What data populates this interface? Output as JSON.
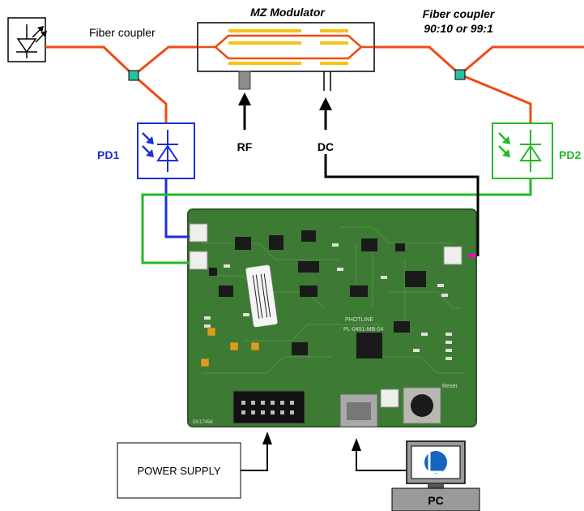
{
  "labels": {
    "fiber_coupler_left": "Fiber coupler",
    "mz_modulator": "MZ Modulator",
    "fiber_coupler_right_line1": "Fiber coupler",
    "fiber_coupler_right_line2": "90:10 or 99:1",
    "pd1": "PD1",
    "pd2": "PD2",
    "rf": "RF",
    "dc": "DC",
    "power_supply": "POWER SUPPLY",
    "pc": "PC"
  },
  "board": {
    "silk_brand": "PHOTLINE",
    "silk_part": "PL-0491-MB-04",
    "silk_reset": "Reset",
    "silk_id": "EK17456"
  },
  "colors": {
    "fiber": "#f04a14",
    "pd1_blue": "#1c2fd8",
    "pd2_green": "#22bb22",
    "electrode": "#f5c21a",
    "coupler": "#2bbf9a",
    "board": "#3d7a34",
    "marker": "#ff00d0"
  }
}
